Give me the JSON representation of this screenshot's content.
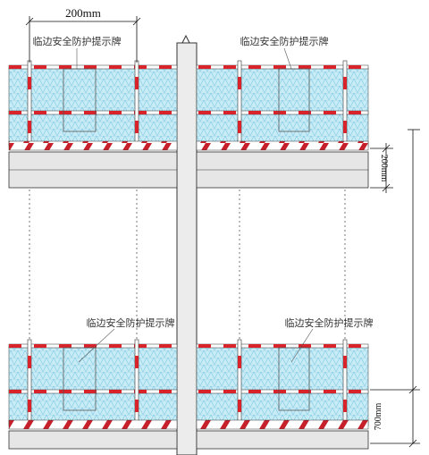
{
  "diagram": {
    "sign_label": "临边安全防护提示牌",
    "dim_top": "200mm",
    "dim_side_200": "200mm",
    "dim_side_700": "700mm"
  },
  "colors": {
    "mesh_fill": "#c8ecf6",
    "mesh_line": "#7fc6e0",
    "rail_red": "#d8232a",
    "slab_fill": "#e6e6e6",
    "stripe_red": "#c7202a",
    "line": "#333333"
  }
}
